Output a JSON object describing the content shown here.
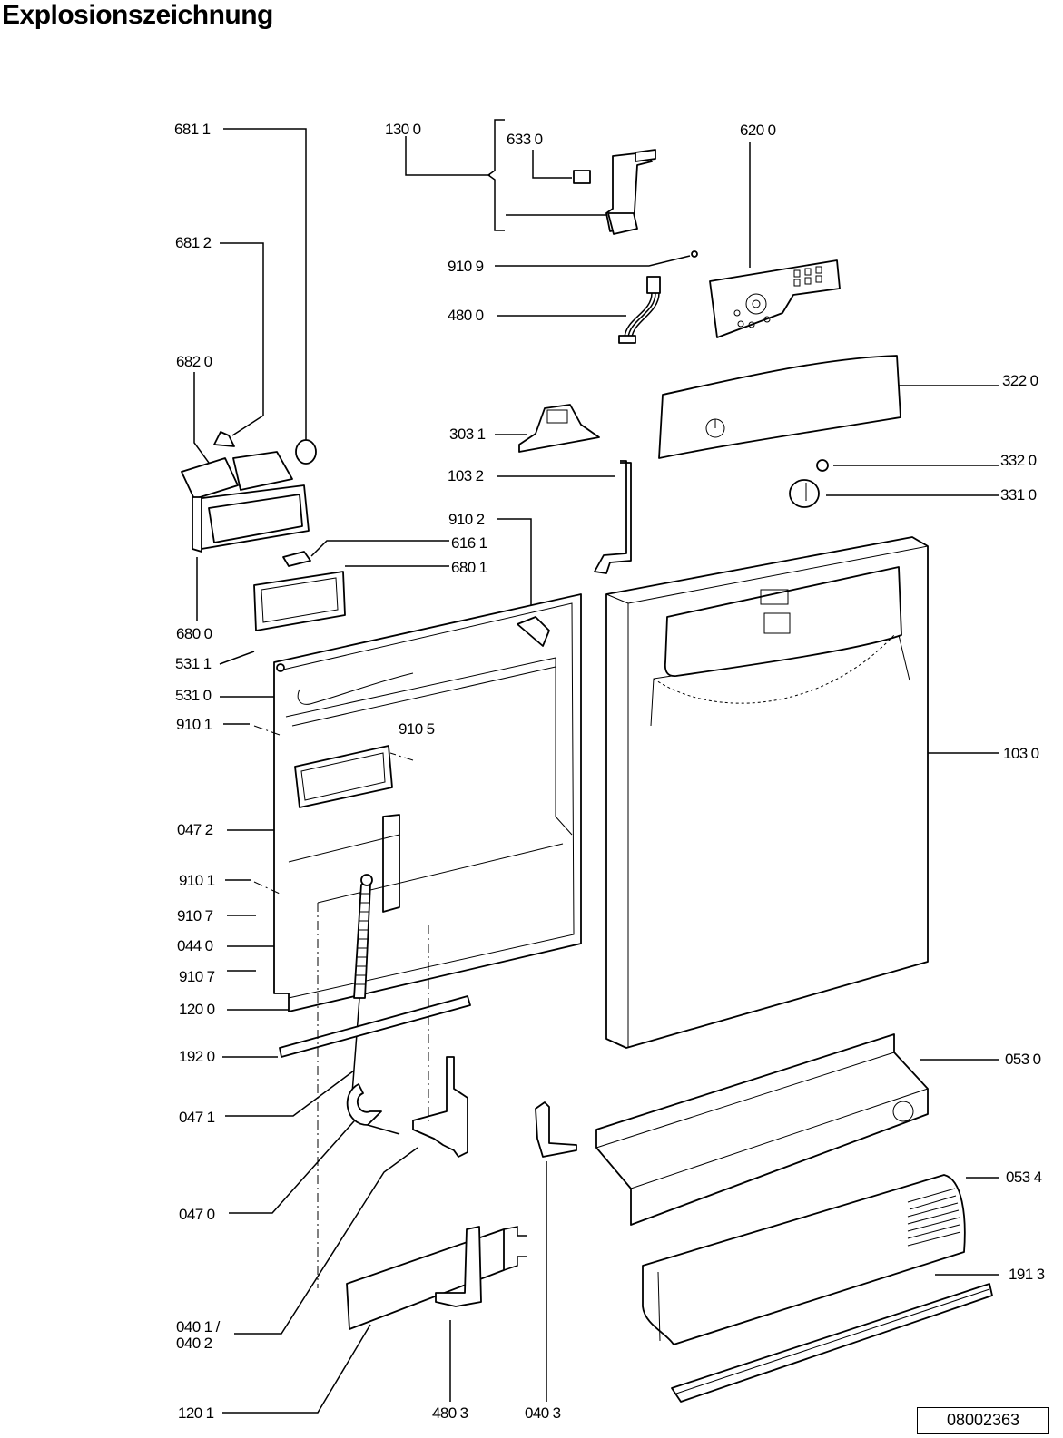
{
  "title": "Explosionszeichnung",
  "document_id": "08002363",
  "parts": [
    {
      "id": "p6811",
      "label": "681 1",
      "part": "681 1"
    },
    {
      "id": "p1300",
      "label": "130 0",
      "part": "130 0"
    },
    {
      "id": "p6330",
      "label": "633 0",
      "part": "633 0"
    },
    {
      "id": "p6200",
      "label": "620 0",
      "part": "620 0"
    },
    {
      "id": "p6812",
      "label": "681 2",
      "part": "681 2"
    },
    {
      "id": "p9109",
      "label": "910 9",
      "part": "910 9"
    },
    {
      "id": "p4800",
      "label": "480 0",
      "part": "480 0"
    },
    {
      "id": "p6820",
      "label": "682 0",
      "part": "682 0"
    },
    {
      "id": "p3220",
      "label": "322 0",
      "part": "322 0"
    },
    {
      "id": "p3031",
      "label": "303 1",
      "part": "303 1"
    },
    {
      "id": "p1032",
      "label": "103 2",
      "part": "103 2"
    },
    {
      "id": "p3320",
      "label": "332 0",
      "part": "332 0"
    },
    {
      "id": "p3310",
      "label": "331 0",
      "part": "331 0"
    },
    {
      "id": "p9102",
      "label": "910 2",
      "part": "910 2"
    },
    {
      "id": "p6161",
      "label": "616 1",
      "part": "616 1"
    },
    {
      "id": "p6801",
      "label": "680 1",
      "part": "680 1"
    },
    {
      "id": "p6800",
      "label": "680 0",
      "part": "680 0"
    },
    {
      "id": "p5311",
      "label": "531 1",
      "part": "531 1"
    },
    {
      "id": "p5310",
      "label": "531 0",
      "part": "531 0"
    },
    {
      "id": "p9101a",
      "label": "910 1",
      "part": "910 1"
    },
    {
      "id": "p9105",
      "label": "910 5",
      "part": "910 5"
    },
    {
      "id": "p1030",
      "label": "103 0",
      "part": "103 0"
    },
    {
      "id": "p0472",
      "label": "047 2",
      "part": "047 2"
    },
    {
      "id": "p9101b",
      "label": "910 1",
      "part": "910 1"
    },
    {
      "id": "p9107a",
      "label": "910 7",
      "part": "910 7"
    },
    {
      "id": "p0440",
      "label": "044 0",
      "part": "044 0"
    },
    {
      "id": "p9107b",
      "label": "910 7",
      "part": "910 7"
    },
    {
      "id": "p1200",
      "label": "120 0",
      "part": "120 0"
    },
    {
      "id": "p1920",
      "label": "192 0",
      "part": "192 0"
    },
    {
      "id": "p0530",
      "label": "053 0",
      "part": "053 0"
    },
    {
      "id": "p0471",
      "label": "047 1",
      "part": "047 1"
    },
    {
      "id": "p0534",
      "label": "053 4",
      "part": "053 4"
    },
    {
      "id": "p0470",
      "label": "047 0",
      "part": "047 0"
    },
    {
      "id": "p0401",
      "label": "040 1 /",
      "part": "040 1"
    },
    {
      "id": "p0402",
      "label": "040 2",
      "part": "040 2"
    },
    {
      "id": "p1913",
      "label": "191 3",
      "part": "191 3"
    },
    {
      "id": "p1201",
      "label": "120 1",
      "part": "120 1"
    },
    {
      "id": "p4803",
      "label": "480 3",
      "part": "480 3"
    },
    {
      "id": "p0403",
      "label": "040 3",
      "part": "040 3"
    }
  ]
}
